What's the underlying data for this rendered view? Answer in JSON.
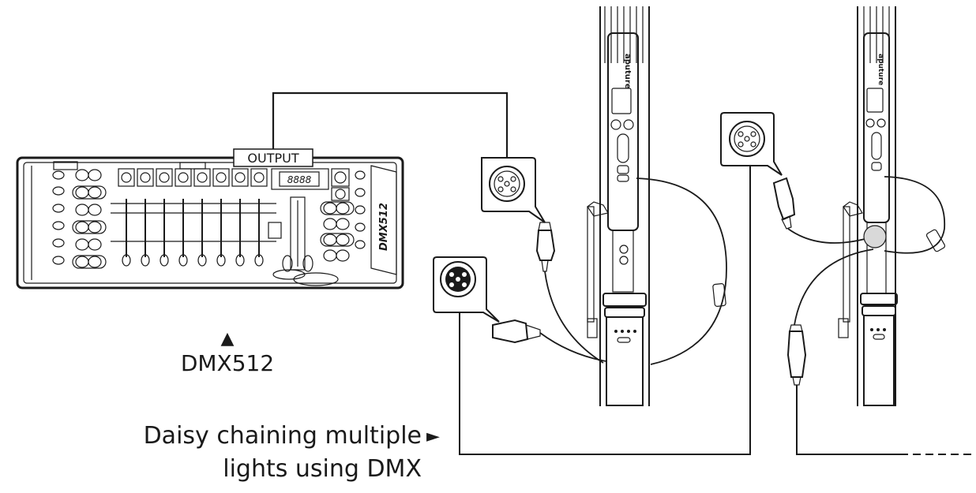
{
  "labels": {
    "output": "OUTPUT",
    "display": "8888",
    "console_brand": "DMX512",
    "console_caption": "DMX512",
    "console_caption_arrow": "▲",
    "daisy_line1": "Daisy chaining multiple",
    "daisy_arrow": "►",
    "daisy_line2": "lights using DMX",
    "light_brand": "aputure"
  },
  "colors": {
    "line": "#1a1a1a",
    "connector_grey": "#bfbfbf",
    "background": "#ffffff"
  },
  "icons": {
    "console": "dmx-console",
    "xlr_female": "xlr-female-connector",
    "xlr_male": "xlr-male-connector",
    "light": "tube-light-fixture"
  }
}
